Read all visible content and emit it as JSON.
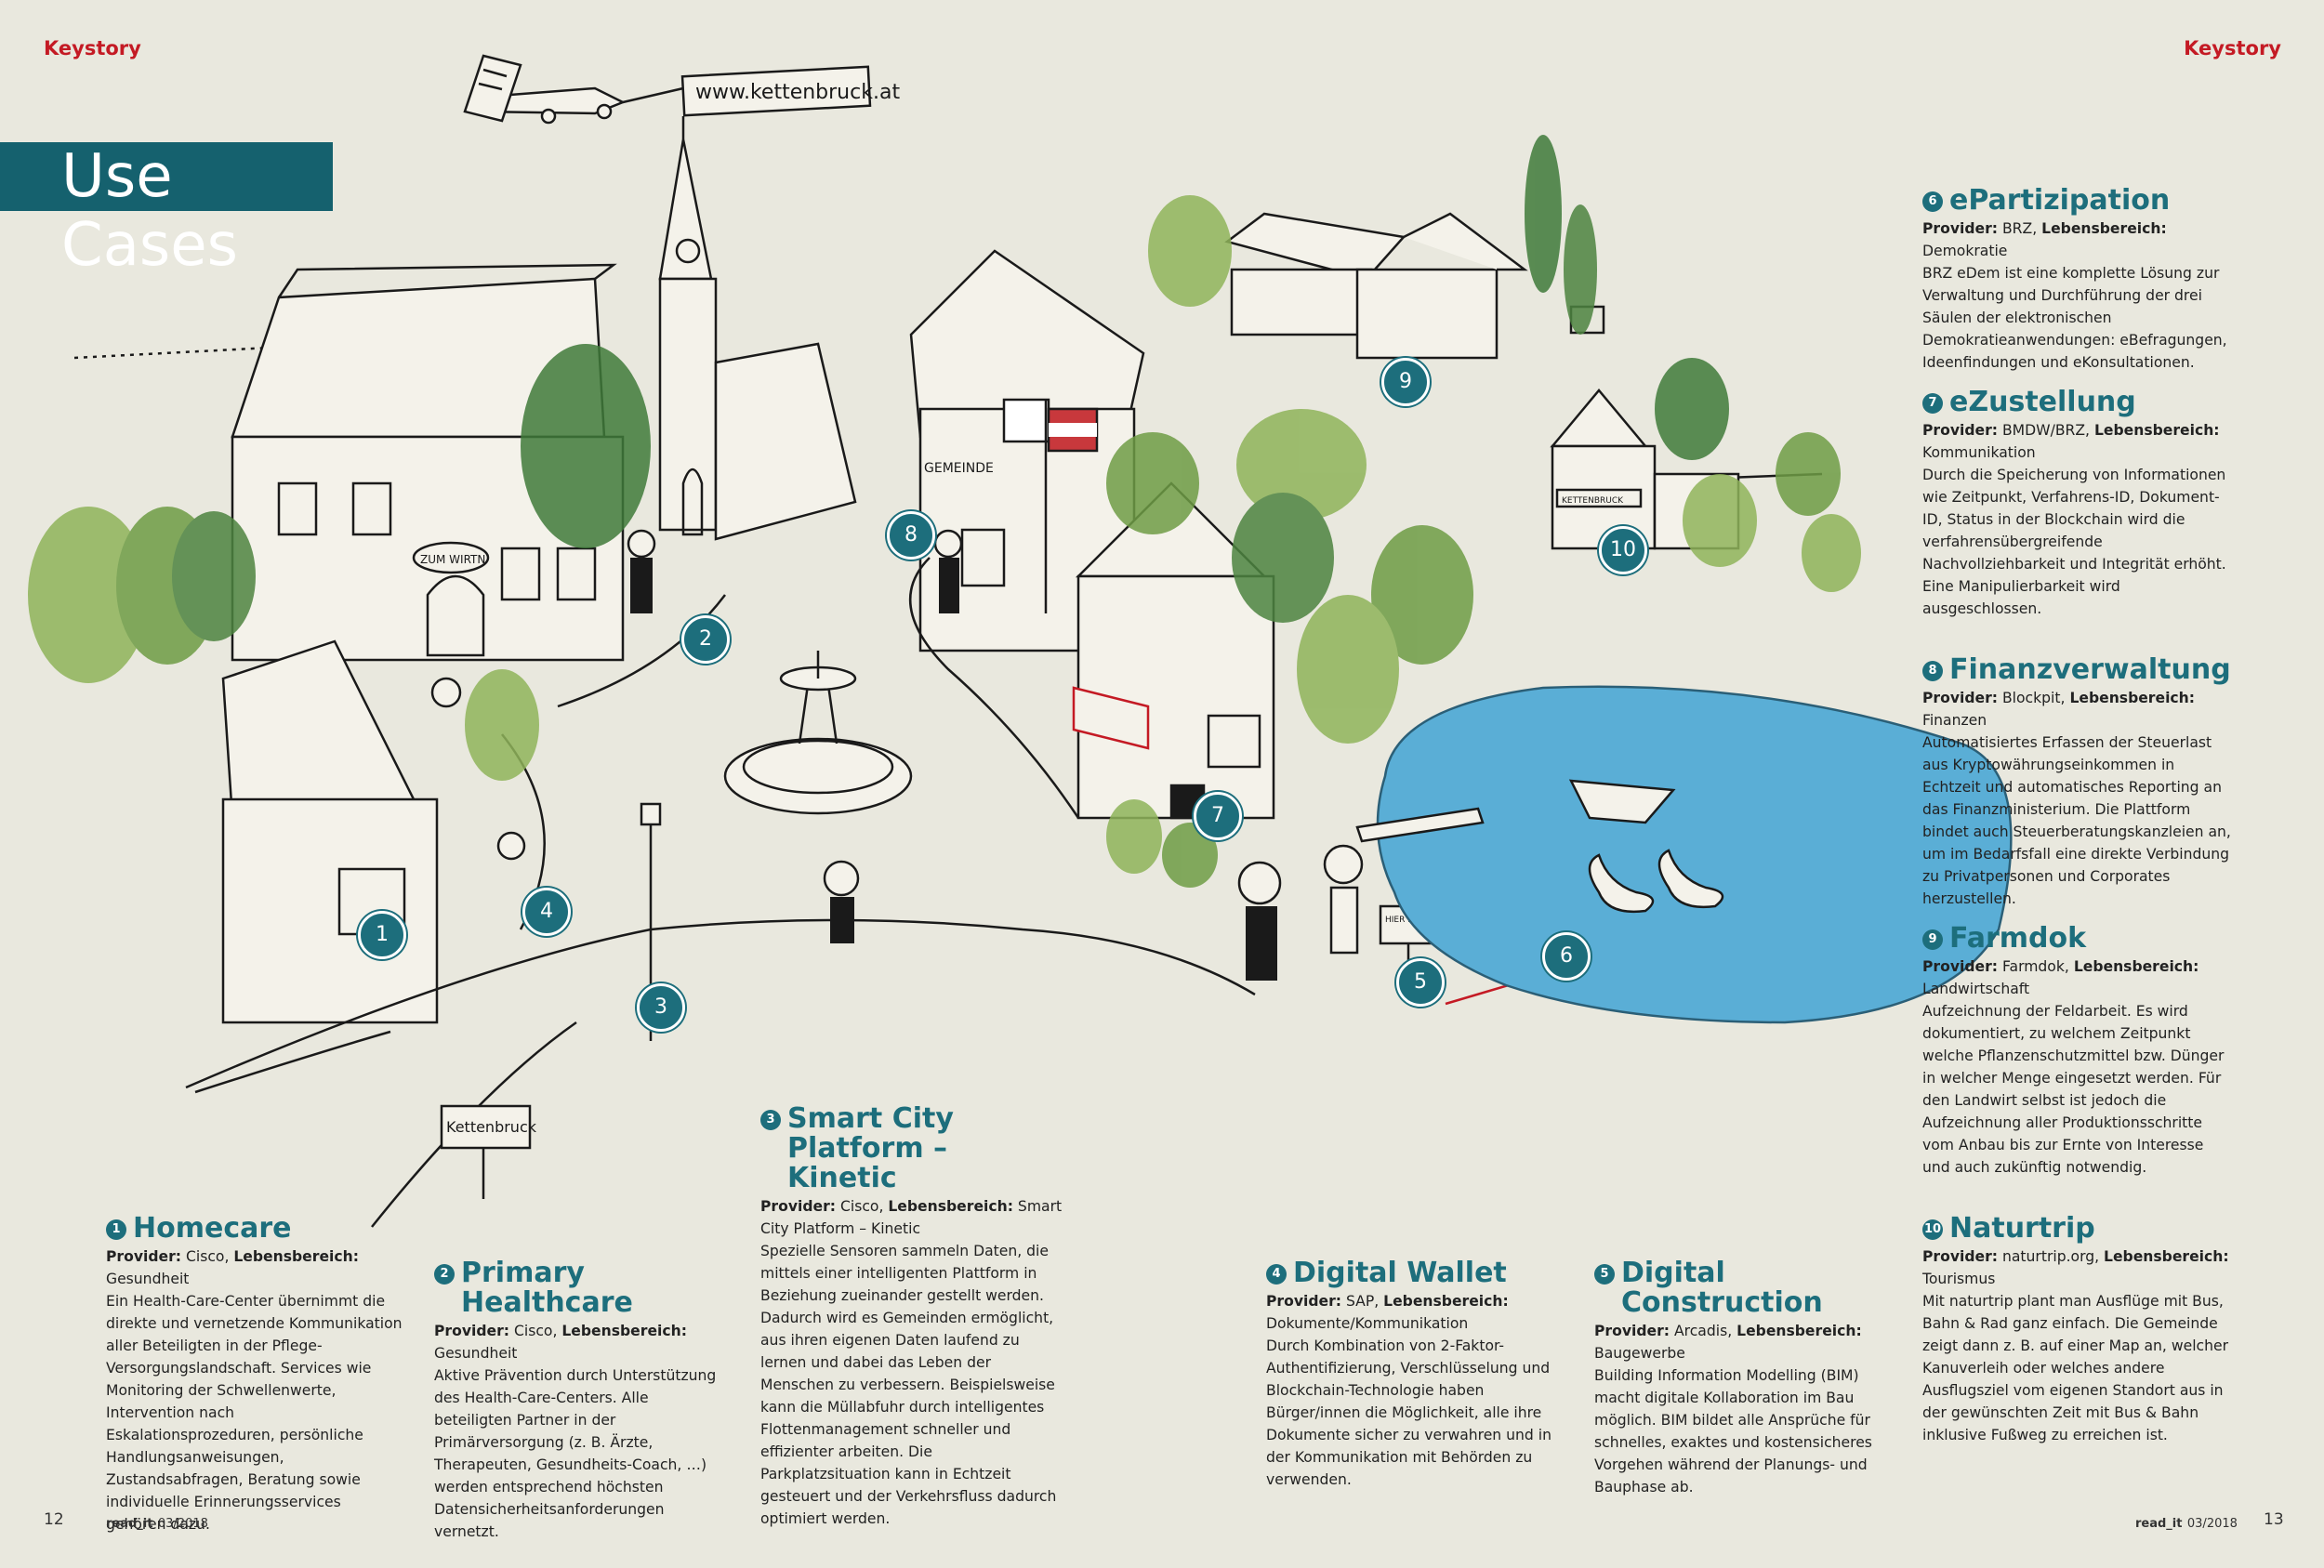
{
  "header": {
    "left_label": "Keystory",
    "right_label": "Keystory",
    "title": "Use Cases"
  },
  "illustration": {
    "banner_text": "www.kettenbruck.at",
    "sign_text": "Kettenbruck",
    "inn_sign": "ZUM WIRTN",
    "gemeinde_sign": "GEMEINDE",
    "station_sign": "KETTENBRUCK",
    "construction_sign": "HIER ENTSTEHT",
    "pins": [
      "1",
      "2",
      "3",
      "4",
      "5",
      "6",
      "7",
      "8",
      "9",
      "10"
    ]
  },
  "use_cases": [
    {
      "num": "1",
      "title": "Homecare",
      "provider_label": "Provider:",
      "provider": "Cisco,",
      "area_label": "Lebensbereich:",
      "area": "Gesundheit",
      "body": "Ein Health-Care-Center übernimmt die direkte und vernetzende Kommunikation aller Beteiligten in der Pflege-Versorgungslandschaft. Services wie Monitoring der Schwellenwerte, Intervention nach Eskalationsprozeduren, persönliche Handlungsanweisungen, Zustandsabfragen, Beratung sowie individuelle Erinnerungsservices gehören dazu."
    },
    {
      "num": "2",
      "title": "Primary Healthcare",
      "provider_label": "Provider:",
      "provider": "Cisco,",
      "area_label": "Lebensbereich:",
      "area": "Gesundheit",
      "body": "Aktive Prävention durch Unterstützung des Health-Care-Centers. Alle beteiligten Partner in der Primärversorgung (z. B. Ärzte, Therapeuten, Gesundheits-Coach, …) werden entsprechend höchsten Datensicherheitsanforderungen vernetzt."
    },
    {
      "num": "3",
      "title": "Smart City Platform – Kinetic",
      "provider_label": "Provider:",
      "provider": "Cisco,",
      "area_label": "Lebensbereich:",
      "area": "Smart City Platform – Kinetic",
      "body": "Spezielle Sensoren sammeln Daten, die mittels einer intelligenten Plattform in Beziehung zueinander gestellt werden. Dadurch wird es Gemeinden ermöglicht, aus ihren eigenen Daten laufend zu lernen und dabei das Leben der Menschen zu verbessern. Beispielsweise kann die Müllabfuhr durch intelligentes Flottenmanagement schneller und effizienter arbeiten. Die Parkplatzsituation kann in Echtzeit gesteuert und der Verkehrsfluss dadurch optimiert werden."
    },
    {
      "num": "4",
      "title": "Digital Wallet",
      "provider_label": "Provider:",
      "provider": "SAP,",
      "area_label": "Lebensbereich:",
      "area": "Dokumente/Kommunikation",
      "body": "Durch Kombination von 2-Faktor-Authentifizierung, Verschlüsselung und Blockchain-Technologie haben Bürger/innen die Möglichkeit, alle ihre Dokumente sicher zu verwahren und in der Kommunikation mit Behörden zu verwenden."
    },
    {
      "num": "5",
      "title": "Digital Construction",
      "provider_label": "Provider:",
      "provider": "Arcadis,",
      "area_label": "Lebensbereich:",
      "area": "Baugewerbe",
      "body": "Building Information Modelling (BIM) macht digitale Kollaboration im Bau möglich. BIM bildet alle Ansprüche für schnelles, exaktes und kostensicheres Vorgehen während der Planungs- und Bauphase ab."
    },
    {
      "num": "6",
      "title": "ePartizipation",
      "provider_label": "Provider:",
      "provider": "BRZ,",
      "area_label": "Lebensbereich:",
      "area": "Demokratie",
      "body": "BRZ eDem ist eine komplette Lösung zur Verwaltung und Durchführung der drei Säulen der elektronischen Demokratieanwendungen: eBefragungen, Ideenfindungen und eKonsultationen."
    },
    {
      "num": "7",
      "title": "eZustellung",
      "provider_label": "Provider:",
      "provider": "BMDW/BRZ,",
      "area_label": "Lebensbereich:",
      "area": "Kommunikation",
      "body": "Durch die Speicherung von Informationen wie Zeitpunkt, Verfahrens-ID, Dokument-ID, Status in der Blockchain wird die verfahrensübergreifende Nachvollziehbarkeit und Integrität erhöht. Eine Manipulierbarkeit wird ausgeschlossen."
    },
    {
      "num": "8",
      "title": "Finanzverwaltung",
      "provider_label": "Provider:",
      "provider": "Blockpit,",
      "area_label": "Lebensbereich:",
      "area": "Finanzen",
      "body": "Automatisiertes Erfassen der Steuerlast aus Kryptowährungseinkommen in Echtzeit und automatisches Reporting an das Finanzministerium. Die Plattform bindet auch Steuerberatungskanzleien an, um im Bedarfsfall eine direkte Verbindung zu Privatpersonen und Corporates herzustellen."
    },
    {
      "num": "9",
      "title": "Farmdok",
      "provider_label": "Provider:",
      "provider": "Farmdok,",
      "area_label": "Lebensbereich:",
      "area": "Landwirtschaft",
      "body": "Aufzeichnung der Feldarbeit. Es wird dokumentiert, zu welchem Zeitpunkt welche Pflanzenschutzmittel bzw. Dünger in welcher Menge eingesetzt werden. Für den Landwirt selbst ist jedoch die Aufzeichnung aller Produktionsschritte vom Anbau bis zur Ernte von Interesse und auch zukünftig notwendig."
    },
    {
      "num": "10",
      "title": "Naturtrip",
      "provider_label": "Provider:",
      "provider": "naturtrip.org,",
      "area_label": "Lebensbereich:",
      "area": "Tourismus",
      "body": "Mit naturtrip plant man Ausflüge mit Bus, Bahn & Rad ganz einfach. Die Gemeinde zeigt dann z. B. auf einer Map an, welcher Kanuverleih oder welches andere Ausflugsziel vom eigenen Standort aus in der gewünschten Zeit mit Bus & Bahn inklusive Fußweg zu erreichen ist."
    }
  ],
  "footer": {
    "left_page": "12",
    "right_page": "13",
    "brand_left": "read_it",
    "issue_left": "03/2018",
    "brand_right": "read_it",
    "issue_right": "03/2018"
  },
  "colors": {
    "accent": "#1d6e7c",
    "keystory": "#c41a24",
    "title_band": "#15616e",
    "lake": "#5aaed6",
    "tree": "#3f7a3a",
    "paper": "#e9e8de"
  }
}
